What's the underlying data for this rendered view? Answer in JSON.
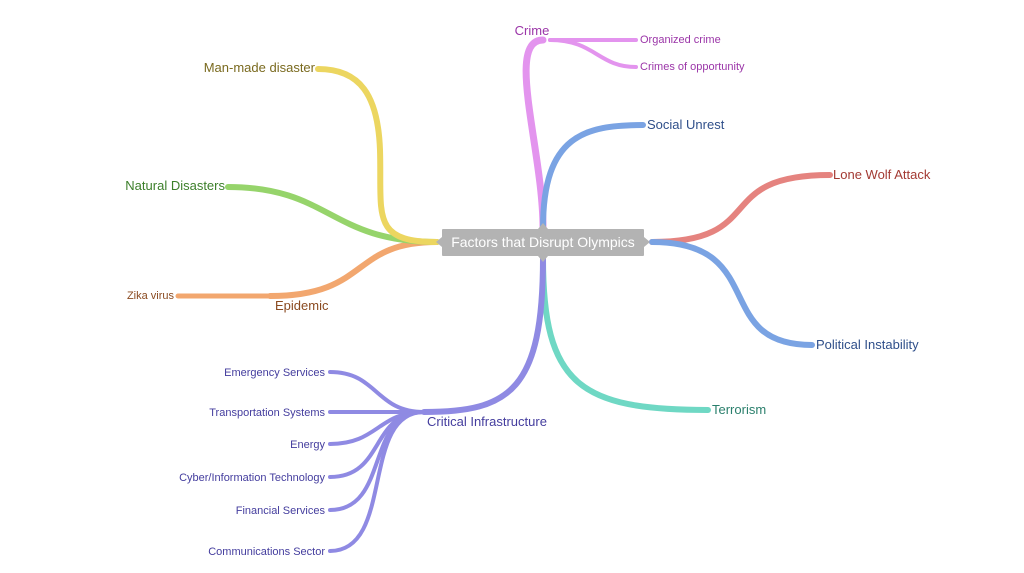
{
  "root": {
    "label": "Factors that Disrupt Olympics",
    "color": "#b3b3b3"
  },
  "branches": {
    "crime": {
      "label": "Crime",
      "color": "#e394ee",
      "text_color": "#9b35a8",
      "children": [
        {
          "label": "Organized crime"
        },
        {
          "label": "Crimes of opportunity"
        }
      ]
    },
    "social_unrest": {
      "label": "Social Unrest",
      "color": "#7aa3e3",
      "text_color": "#2f4f8a"
    },
    "lone_wolf_attack": {
      "label": "Lone Wolf Attack",
      "color": "#e5837f",
      "text_color": "#a33a33"
    },
    "political_instability": {
      "label": "Political Instability",
      "color": "#7aa3e3",
      "text_color": "#2f4f8a"
    },
    "terrorism": {
      "label": "Terrorism",
      "color": "#6fd8c4",
      "text_color": "#2a7f6c"
    },
    "critical_infrastructure": {
      "label": "Critical Infrastructure",
      "color": "#8f8ae3",
      "text_color": "#443d9e",
      "children": [
        {
          "label": "Emergency Services"
        },
        {
          "label": "Transportation Systems"
        },
        {
          "label": "Energy"
        },
        {
          "label": "Cyber/Information Technology"
        },
        {
          "label": "Financial Services"
        },
        {
          "label": "Communications Sector"
        }
      ]
    },
    "epidemic": {
      "label": "Epidemic",
      "color": "#f2a76f",
      "text_color": "#8a4a20",
      "children": [
        {
          "label": "Zika virus"
        }
      ]
    },
    "natural_disasters": {
      "label": "Natural Disasters",
      "color": "#96d46b",
      "text_color": "#3c7f2a"
    },
    "man_made_disaster": {
      "label": "Man-made disaster",
      "color": "#ecd660",
      "text_color": "#7a6a1f"
    }
  }
}
